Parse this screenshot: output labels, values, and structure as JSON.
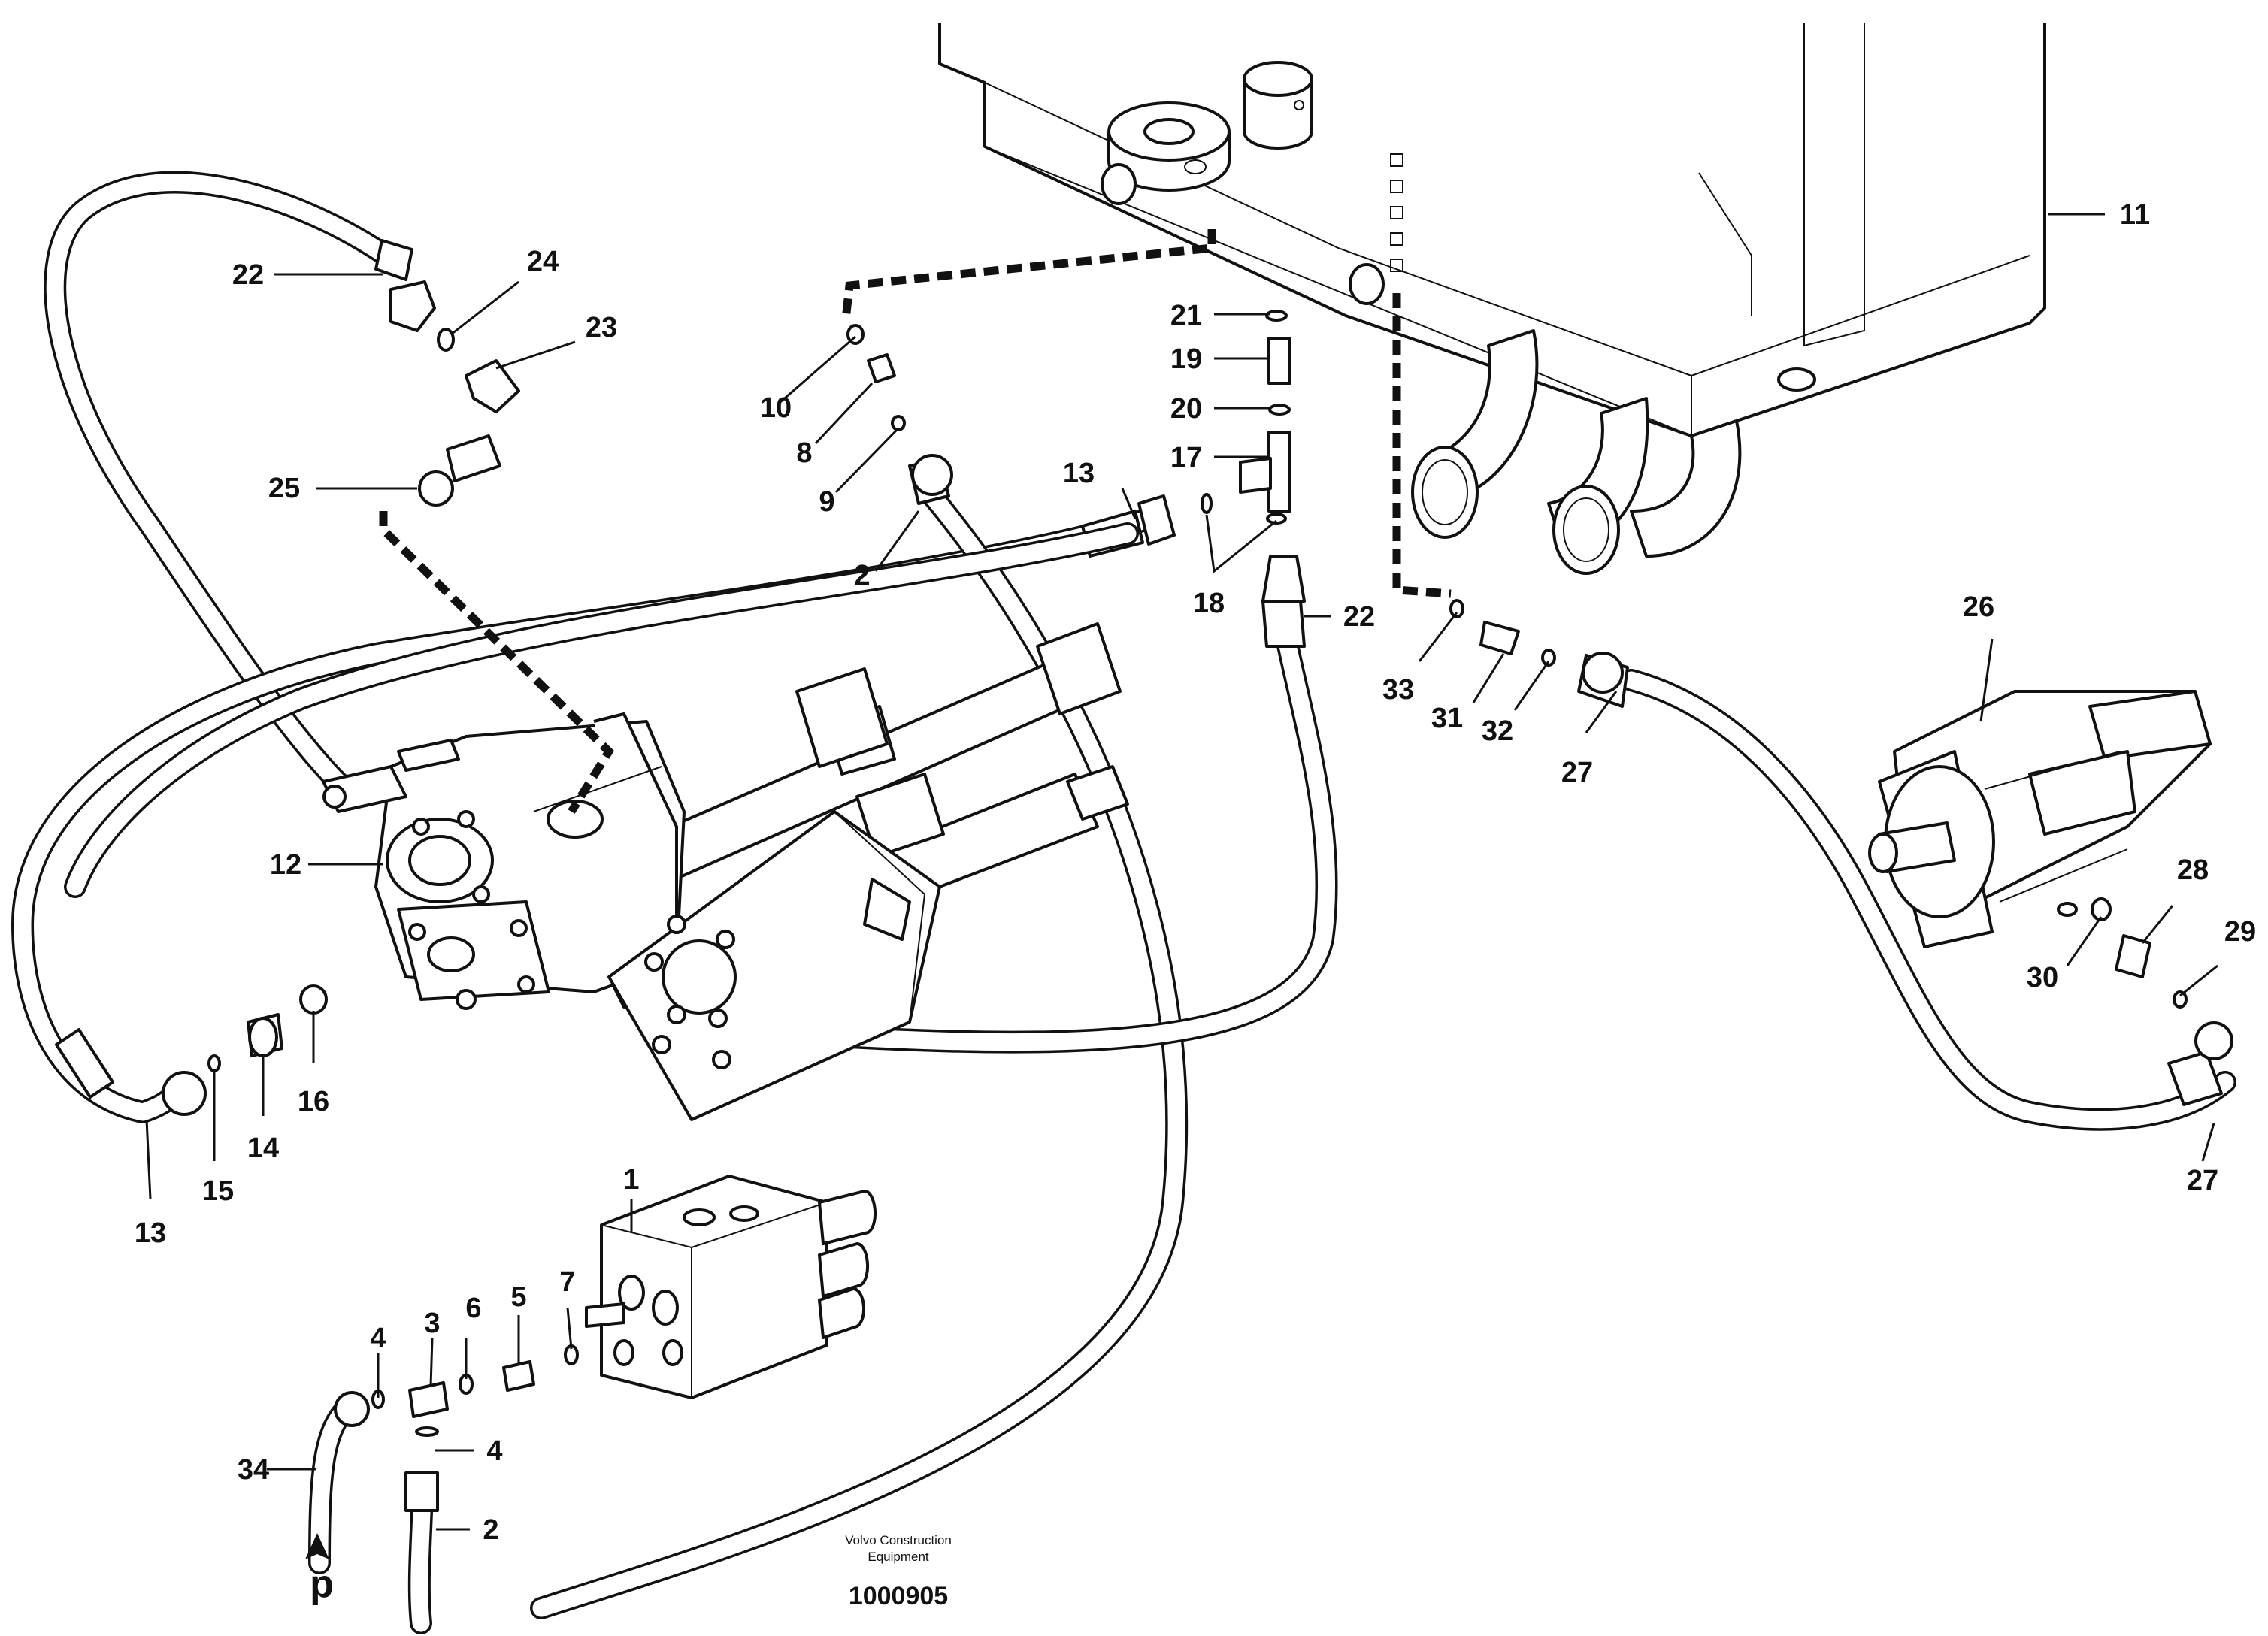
{
  "callouts": {
    "c1": "1",
    "c2a": "2",
    "c2b": "2",
    "c3": "3",
    "c4a": "4",
    "c4b": "4",
    "c5": "5",
    "c6": "6",
    "c7": "7",
    "c8": "8",
    "c9": "9",
    "c10": "10",
    "c11": "11",
    "c12": "12",
    "c13a": "13",
    "c13b": "13",
    "c14": "14",
    "c15": "15",
    "c16": "16",
    "c17": "17",
    "c18": "18",
    "c19": "19",
    "c20": "20",
    "c21": "21",
    "c22a": "22",
    "c22b": "22",
    "c23": "23",
    "c24": "24",
    "c25": "25",
    "c26": "26",
    "c27a": "27",
    "c27b": "27",
    "c28": "28",
    "c29": "29",
    "c30": "30",
    "c31": "31",
    "c32": "32",
    "c33": "33",
    "c34": "34"
  },
  "pressure_mark": "p",
  "credit_line1": "Volvo Construction",
  "credit_line2": "Equipment",
  "document_number": "1000905"
}
